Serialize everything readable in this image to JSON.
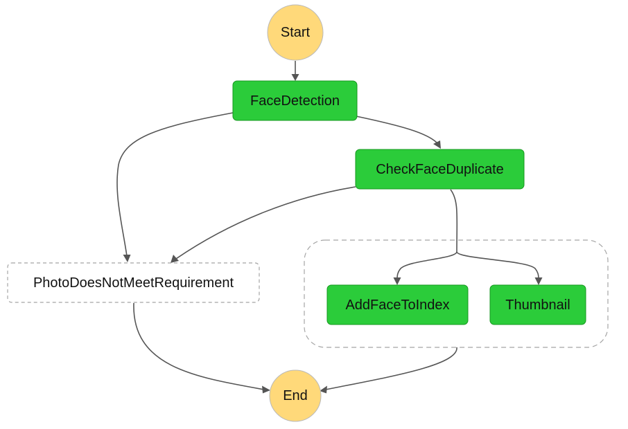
{
  "diagram": {
    "nodes": {
      "start": {
        "label": "Start",
        "kind": "start"
      },
      "face_detection": {
        "label": "FaceDetection",
        "kind": "task"
      },
      "check_face_duplicate": {
        "label": "CheckFaceDuplicate",
        "kind": "task"
      },
      "photo_does_not_meet_requirement": {
        "label": "PhotoDoesNotMeetRequirement",
        "kind": "pass"
      },
      "add_face_to_index": {
        "label": "AddFaceToIndex",
        "kind": "task"
      },
      "thumbnail": {
        "label": "Thumbnail",
        "kind": "task"
      },
      "end": {
        "label": "End",
        "kind": "end"
      }
    },
    "parallel": {
      "kind": "parallel",
      "branches": [
        "add_face_to_index",
        "thumbnail"
      ]
    },
    "edges": [
      {
        "from": "start",
        "to": "face_detection"
      },
      {
        "from": "face_detection",
        "to": "check_face_duplicate"
      },
      {
        "from": "face_detection",
        "to": "photo_does_not_meet_requirement"
      },
      {
        "from": "check_face_duplicate",
        "to": "photo_does_not_meet_requirement"
      },
      {
        "from": "check_face_duplicate",
        "to": "add_face_to_index"
      },
      {
        "from": "check_face_duplicate",
        "to": "thumbnail"
      },
      {
        "from": "photo_does_not_meet_requirement",
        "to": "end"
      },
      {
        "from": "parallel",
        "to": "end"
      }
    ],
    "colors": {
      "start_end_fill": "#ffd97a",
      "task_fill": "#2bcc3a",
      "task_border": "#16971f",
      "edge": "#555555",
      "dashed_border": "#a5a5a5"
    }
  }
}
